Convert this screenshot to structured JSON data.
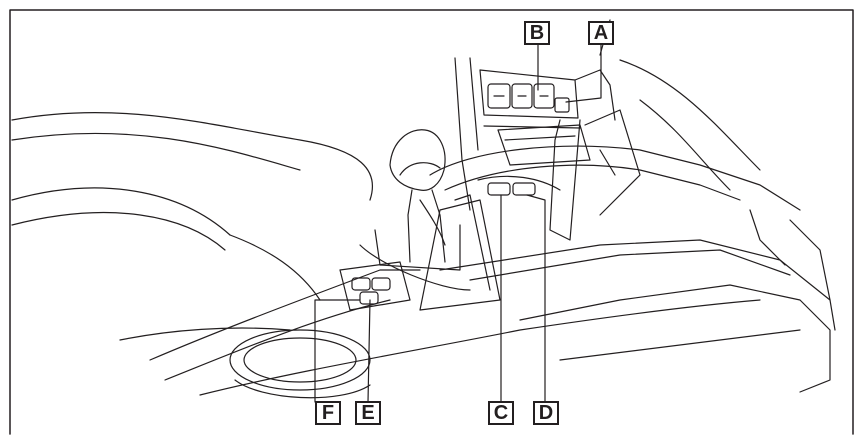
{
  "callouts": [
    {
      "id": "A",
      "label": "A"
    },
    {
      "id": "B",
      "label": "B"
    },
    {
      "id": "C",
      "label": "C"
    },
    {
      "id": "D",
      "label": "D"
    },
    {
      "id": "E",
      "label": "E"
    },
    {
      "id": "F",
      "label": "F"
    }
  ],
  "colors": {
    "line": "#231f20",
    "background": "#ffffff"
  }
}
